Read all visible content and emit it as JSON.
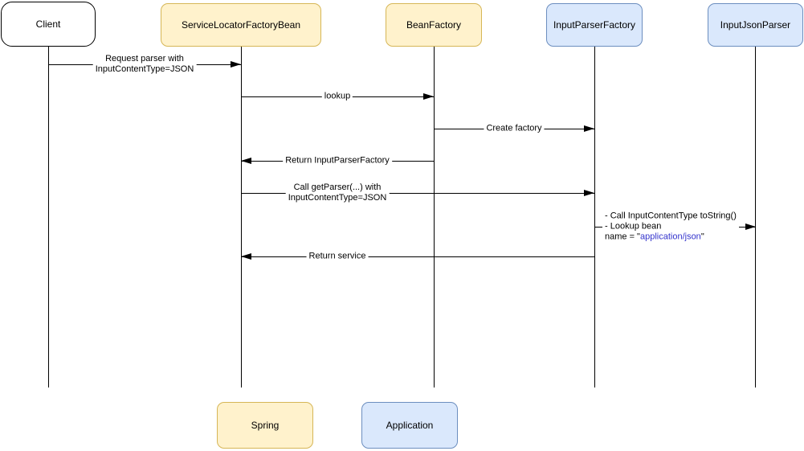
{
  "actors": [
    {
      "id": "client",
      "label": "Client",
      "theme": "plain"
    },
    {
      "id": "service-locator-factory-bean",
      "label": "ServiceLocatorFactoryBean",
      "theme": "spring"
    },
    {
      "id": "bean-factory",
      "label": "BeanFactory",
      "theme": "spring"
    },
    {
      "id": "input-parser-factory",
      "label": "InputParserFactory",
      "theme": "application"
    },
    {
      "id": "input-json-parser",
      "label": "InputJsonParser",
      "theme": "application"
    }
  ],
  "messages": [
    {
      "from": "Client",
      "to": "ServiceLocatorFactoryBean",
      "direction": "right",
      "lines": [
        "Request parser with",
        "InputContentType=JSON"
      ]
    },
    {
      "from": "ServiceLocatorFactoryBean",
      "to": "BeanFactory",
      "direction": "right",
      "lines": [
        "lookup"
      ]
    },
    {
      "from": "BeanFactory",
      "to": "InputParserFactory",
      "direction": "right",
      "lines": [
        "Create factory"
      ]
    },
    {
      "from": "BeanFactory",
      "to": "ServiceLocatorFactoryBean",
      "direction": "left",
      "lines": [
        "Return InputParserFactory"
      ]
    },
    {
      "from": "ServiceLocatorFactoryBean",
      "to": "InputParserFactory",
      "direction": "right",
      "lines": [
        "Call getParser(...) with",
        "InputContentType=JSON"
      ]
    },
    {
      "from": "InputParserFactory",
      "to": "InputJsonParser",
      "direction": "right",
      "lines": [
        "- Call InputContentType toString()",
        "- Lookup bean"
      ],
      "note_prefix": "name = \"",
      "note_highlight": "application/json",
      "note_suffix": "\""
    },
    {
      "from": "InputParserFactory",
      "to": "ServiceLocatorFactoryBean",
      "direction": "left",
      "lines": [
        "Return service"
      ]
    }
  ],
  "legend": [
    {
      "label": "Spring",
      "theme": "spring"
    },
    {
      "label": "Application",
      "theme": "application"
    }
  ],
  "colors": {
    "spring_fill": "#FFF2CC",
    "spring_border": "#D6B656",
    "application_fill": "#DAE8FC",
    "application_border": "#6C8EBF",
    "plain_fill": "#FFFFFF",
    "plain_border": "#000000",
    "line": "#000000",
    "highlight_text": "#3333CC"
  }
}
